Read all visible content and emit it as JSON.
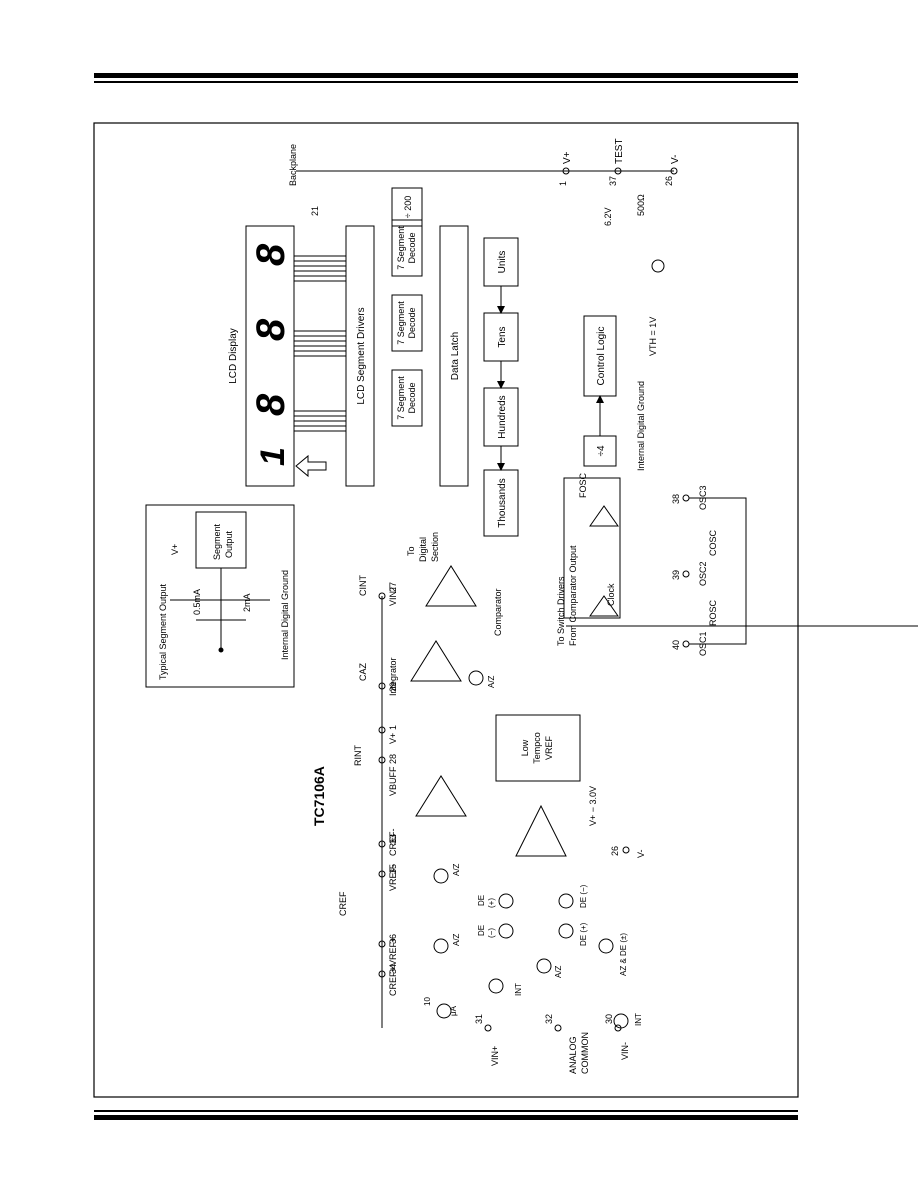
{
  "title": "TC7106A",
  "lcd": {
    "display_label": "LCD Display",
    "digits": [
      "8",
      "8",
      "8"
    ],
    "backplane": "Backplane",
    "backplane_pin": "21"
  },
  "blocks": {
    "segment_drivers": "LCD Segment Drivers",
    "data_latch": "Data Latch",
    "decode_line1": "7 Segment",
    "decode_line2": "Decode",
    "div200": "÷ 200",
    "counters": [
      "Units",
      "Tens",
      "Hundreds",
      "Thousands"
    ],
    "control_logic": "Control Logic",
    "div4": "÷4",
    "fosc": "FOSC",
    "clock": "Clock",
    "to_digital_line1": "To",
    "to_digital_line2": "Digital",
    "to_digital_line3": "Section",
    "switch_drivers_line1": "To Switch Drivers",
    "switch_drivers_line2": "From Comparator Output",
    "internal_digital_ground": "Internal Digital Ground",
    "vth": "VTH = 1V",
    "zener": "6.2V",
    "res500": "500Ω",
    "integrator": "Integrator",
    "comparator": "Comparator",
    "low_tempco_line1": "Low",
    "low_tempco_line2": "Tempco",
    "low_tempco_line3": "VREF",
    "v_minus_3v": "V+ − 3.0V",
    "ten_ua_line1": "10",
    "ten_ua_line2": "μA"
  },
  "inset": {
    "title": "Typical Segment Output",
    "vplus": "V+",
    "seg_line1": "Segment",
    "seg_line2": "Output",
    "i1": "0.5mA",
    "i2": "2mA",
    "ground": "Internal Digital Ground"
  },
  "pins": {
    "vplus_top": "V+",
    "p1_top": "1",
    "test": "TEST",
    "p37": "37",
    "vminus_top": "V-",
    "p26_top": "26",
    "osc1": "OSC1",
    "p40": "40",
    "osc2": "OSC2",
    "p39": "39",
    "osc3": "OSC3",
    "p38": "38",
    "rosc": "ROSC",
    "cosc": "COSC",
    "cint": "CINT",
    "vint": "VINT",
    "p27": "27",
    "caz": "CAZ",
    "p29": "29",
    "rint": "RINT",
    "vplus_mid": "V+",
    "p1_mid": "1",
    "vbuff": "VBUFF",
    "p28": "28",
    "cref_minus": "CREF-",
    "p33": "33",
    "vref_minus": "VREF-",
    "p35": "35",
    "cref": "CREF",
    "vref_plus": "VREF+",
    "p36": "36",
    "cref_plus": "CREF+",
    "p34": "34",
    "vin_plus": "VIN+",
    "p31": "31",
    "analog_line1": "ANALOG",
    "analog_line2": "COMMON",
    "p32": "32",
    "vin_minus": "VIN-",
    "p30": "30",
    "vminus_bottom": "V-",
    "p26_bottom": "26"
  },
  "switches": {
    "az": "A/Z",
    "int": "INT",
    "de_plus": "DE (+)",
    "de_minus": "DE (−)",
    "de_line1": "DE",
    "de_plus_l2": "(+)",
    "de_minus_l2": "(−)",
    "az_de": "AZ & DE (±)"
  }
}
